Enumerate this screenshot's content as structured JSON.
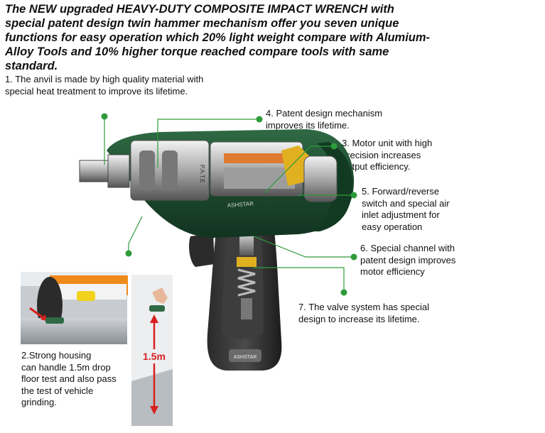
{
  "headline": "The NEW upgraded HEAVY-DUTY COMPOSITE IMPACT WRENCH with special patent design twin hammer mechanism offer you seven unique functions for easy operation which 20% light weight compare with Alumium-Alloy Tools and 10% higher torque reached compare tools with same standard.",
  "features": [
    {
      "id": 1,
      "text": "1. The anvil is made by high quality material with\nspecial heat treatment to improve its lifetime."
    },
    {
      "id": 2,
      "text": "2.Strong housing\ncan handle 1.5m drop\nfloor test and also pass\nthe test of vehicle\ngrinding."
    },
    {
      "id": 3,
      "text": "3. Motor unit with high\nprecision increases\noutput efficiency."
    },
    {
      "id": 4,
      "text": "4. Patent design mechanism\nimproves its lifetime."
    },
    {
      "id": 5,
      "text": "5. Forward/reverse\nswitch and special air\ninlet adjustment for\neasy operation"
    },
    {
      "id": 6,
      "text": "6. Special channel with\npatent design improves\nmotor efficiency"
    },
    {
      "id": 7,
      "text": "7. The valve system has special\ndesign to increase its lifetime."
    }
  ],
  "drop_height_label": "1.5m",
  "tool_markings": {
    "hammer_case": "P.A.T.E",
    "body": "ASHSTAR",
    "grip": "ASHSTAR"
  },
  "colors": {
    "callout": "#2e9b3a",
    "housing": "#1f4a2e",
    "arrow": "#d8211f",
    "switch": "#e0b020",
    "motor": "#e07a30"
  }
}
